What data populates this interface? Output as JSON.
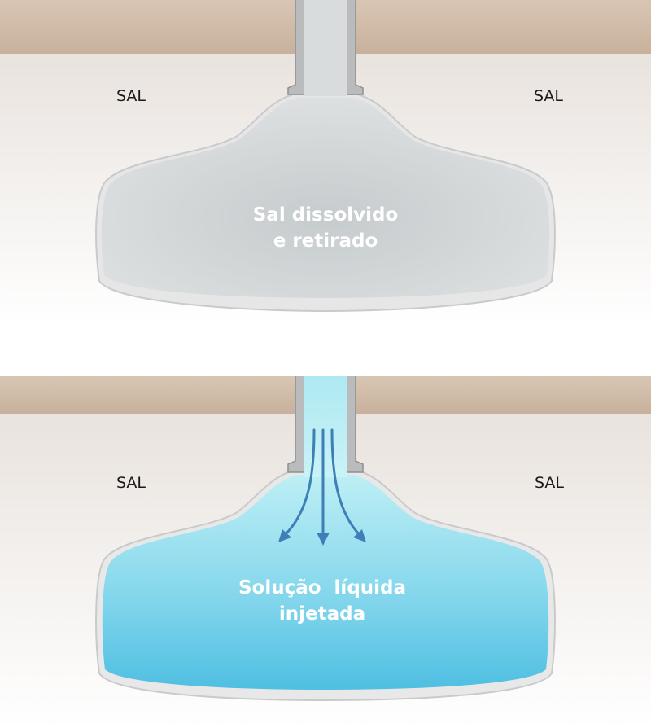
{
  "top_panel": {
    "left_label": "SAL",
    "right_label": "SAL",
    "cavity_line1": "Sal dissolvido",
    "cavity_line2": "e retirado"
  },
  "bottom_panel": {
    "left_label": "SAL",
    "right_label": "SAL",
    "cavity_line1": "Solução  líquida",
    "cavity_line2": "injetada"
  },
  "colors": {
    "rock_layer": "#cdb8a4",
    "salt_background": "#ece7e3",
    "cavity_grey": "#d4d8d9",
    "cavity_blue": "#7fd4ea",
    "arrow_blue": "#3f7fb8"
  }
}
